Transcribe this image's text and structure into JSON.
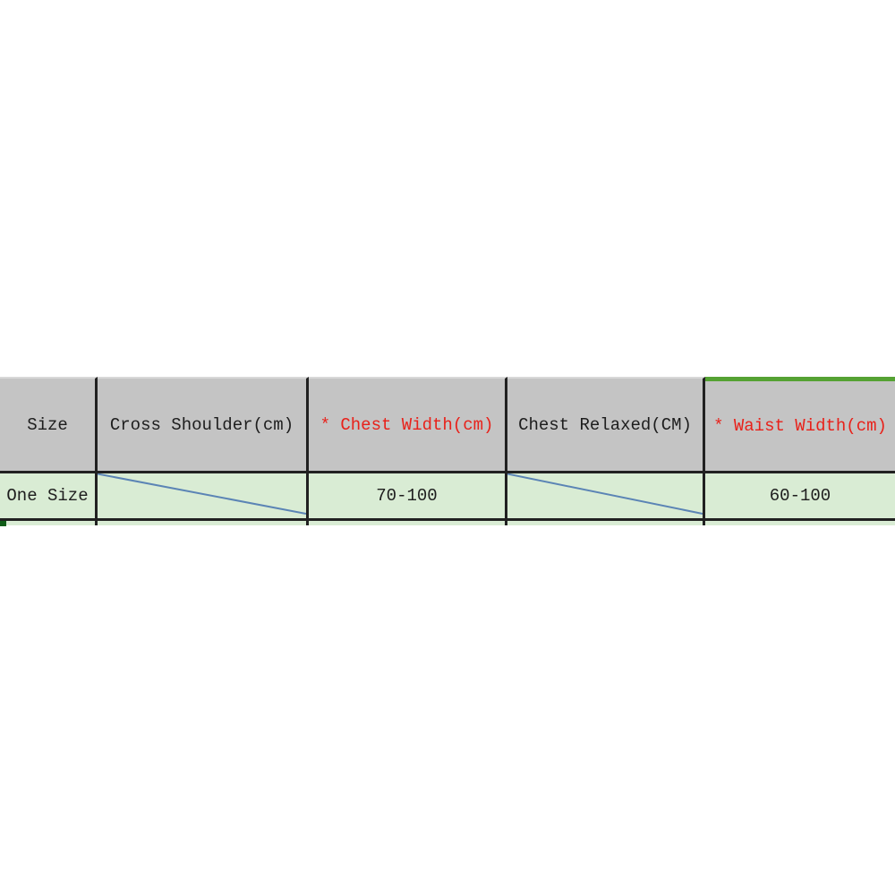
{
  "size_chart": {
    "headers": [
      "Size",
      "Cross Shoulder(cm)",
      "* Chest Width(cm)",
      "Chest Relaxed(CM)",
      "* Waist Width(cm)"
    ],
    "rows": [
      {
        "cells": [
          "One Size",
          "",
          "70-100",
          "",
          "60-100"
        ]
      }
    ],
    "not_applicable_marker": "diagonal-line"
  },
  "colors": {
    "page_background": "#ffffff",
    "header_background": "#c4c4c4",
    "row_background": "#d9ecd4",
    "grid_border": "#212121",
    "required_header_red": "#e8211a",
    "selection_border_green": "#55a233",
    "diagonal_line_blue": "#5b84b5",
    "row_marker_dark_green": "#0f5c17",
    "text": "#1d1d1d"
  }
}
